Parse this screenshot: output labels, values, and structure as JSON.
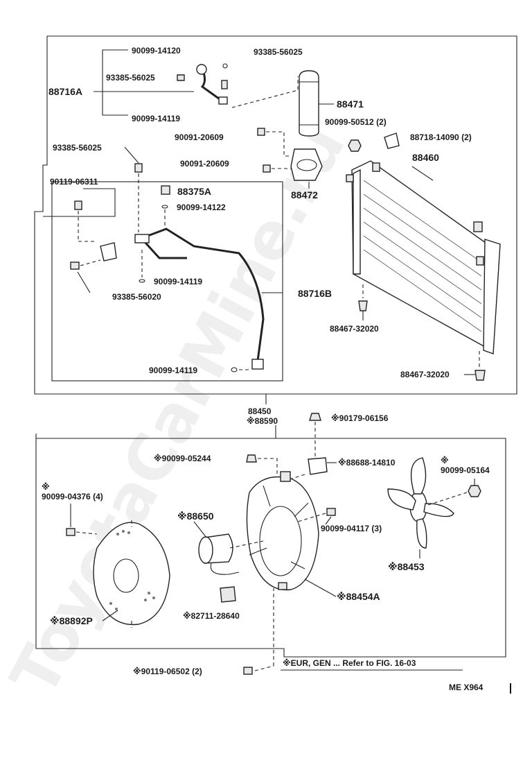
{
  "watermark": "ToyotaCarMine.ru",
  "figure_code": "ME X964",
  "note": "※EUR, GEN ... Refer to FIG. 16-03",
  "upper_group_label": "88450",
  "lower_group_label": "※88590",
  "parts": {
    "p90099_14120": "90099-14120",
    "p93385_56025_a": "93385-56025",
    "p93385_56025_b": "93385-56025",
    "p88716A": "88716A",
    "p90099_14119_a": "90099-14119",
    "p88471": "88471",
    "p90099_50512": "90099-50512 (2)",
    "p88718_14090": "88718-14090 (2)",
    "p90091_20609_a": "90091-20609",
    "p90091_20609_b": "90091-20609",
    "p93385_56025_c": "93385-56025",
    "p88460": "88460",
    "p88472": "88472",
    "p90119_06311": "90119-06311",
    "p88375A": "88375A",
    "p90099_14122": "90099-14122",
    "p90099_14119_b": "90099-14119",
    "p93385_56020": "93385-56020",
    "p88716B": "88716B",
    "p88467_32020_a": "88467-32020",
    "p90099_14119_c": "90099-14119",
    "p88467_32020_b": "88467-32020",
    "p90179_06156": "※90179-06156",
    "p90099_05244": "※90099-05244",
    "p88688_14810": "※88688-14810",
    "p90099_05164_star": "※",
    "p90099_05164": "90099-05164",
    "p90099_04376_star": "※",
    "p90099_04376": "90099-04376 (4)",
    "p88650": "※88650",
    "p90099_04117": "90099-04117 (3)",
    "p88453": "※88453",
    "p88454A": "※88454A",
    "p88892P": "※88892P",
    "p82711_28640": "※82711-28640",
    "p90119_06502": "※90119-06502 (2)"
  }
}
